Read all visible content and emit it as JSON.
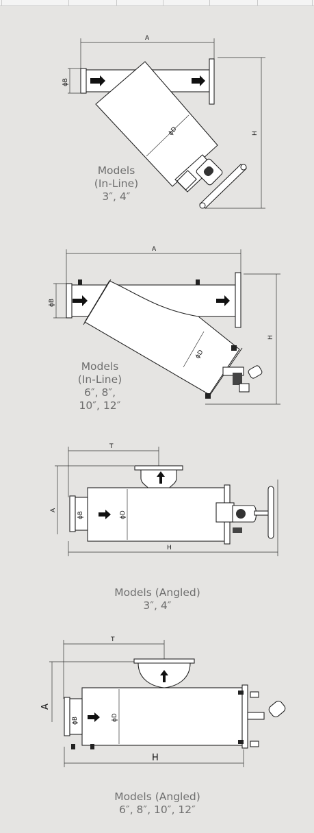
{
  "header_table": {
    "cells": 6
  },
  "diagrams": [
    {
      "id": "inline-small",
      "labels": {
        "A": "A",
        "B": "ϕB",
        "D": "ϕD",
        "H": "H"
      },
      "caption": [
        "Models",
        "(In-Line)",
        "3″, 4″"
      ]
    },
    {
      "id": "inline-large",
      "labels": {
        "A": "A",
        "B": "ϕB",
        "D": "ϕD",
        "H": "H"
      },
      "caption": [
        "Models",
        "(In-Line)",
        "6″, 8″,",
        "10″, 12″"
      ]
    },
    {
      "id": "angled-small",
      "labels": {
        "T": "T",
        "A": "A",
        "B": "ϕB",
        "D": "ϕD",
        "H": "H"
      },
      "caption": [
        "Models (Angled)",
        "3″, 4″"
      ]
    },
    {
      "id": "angled-large",
      "labels": {
        "T": "T",
        "A": "A",
        "B": "ϕB",
        "D": "ϕD",
        "H": "H"
      },
      "caption": [
        "Models (Angled)",
        "6″, 8″, 10″, 12″"
      ]
    }
  ]
}
